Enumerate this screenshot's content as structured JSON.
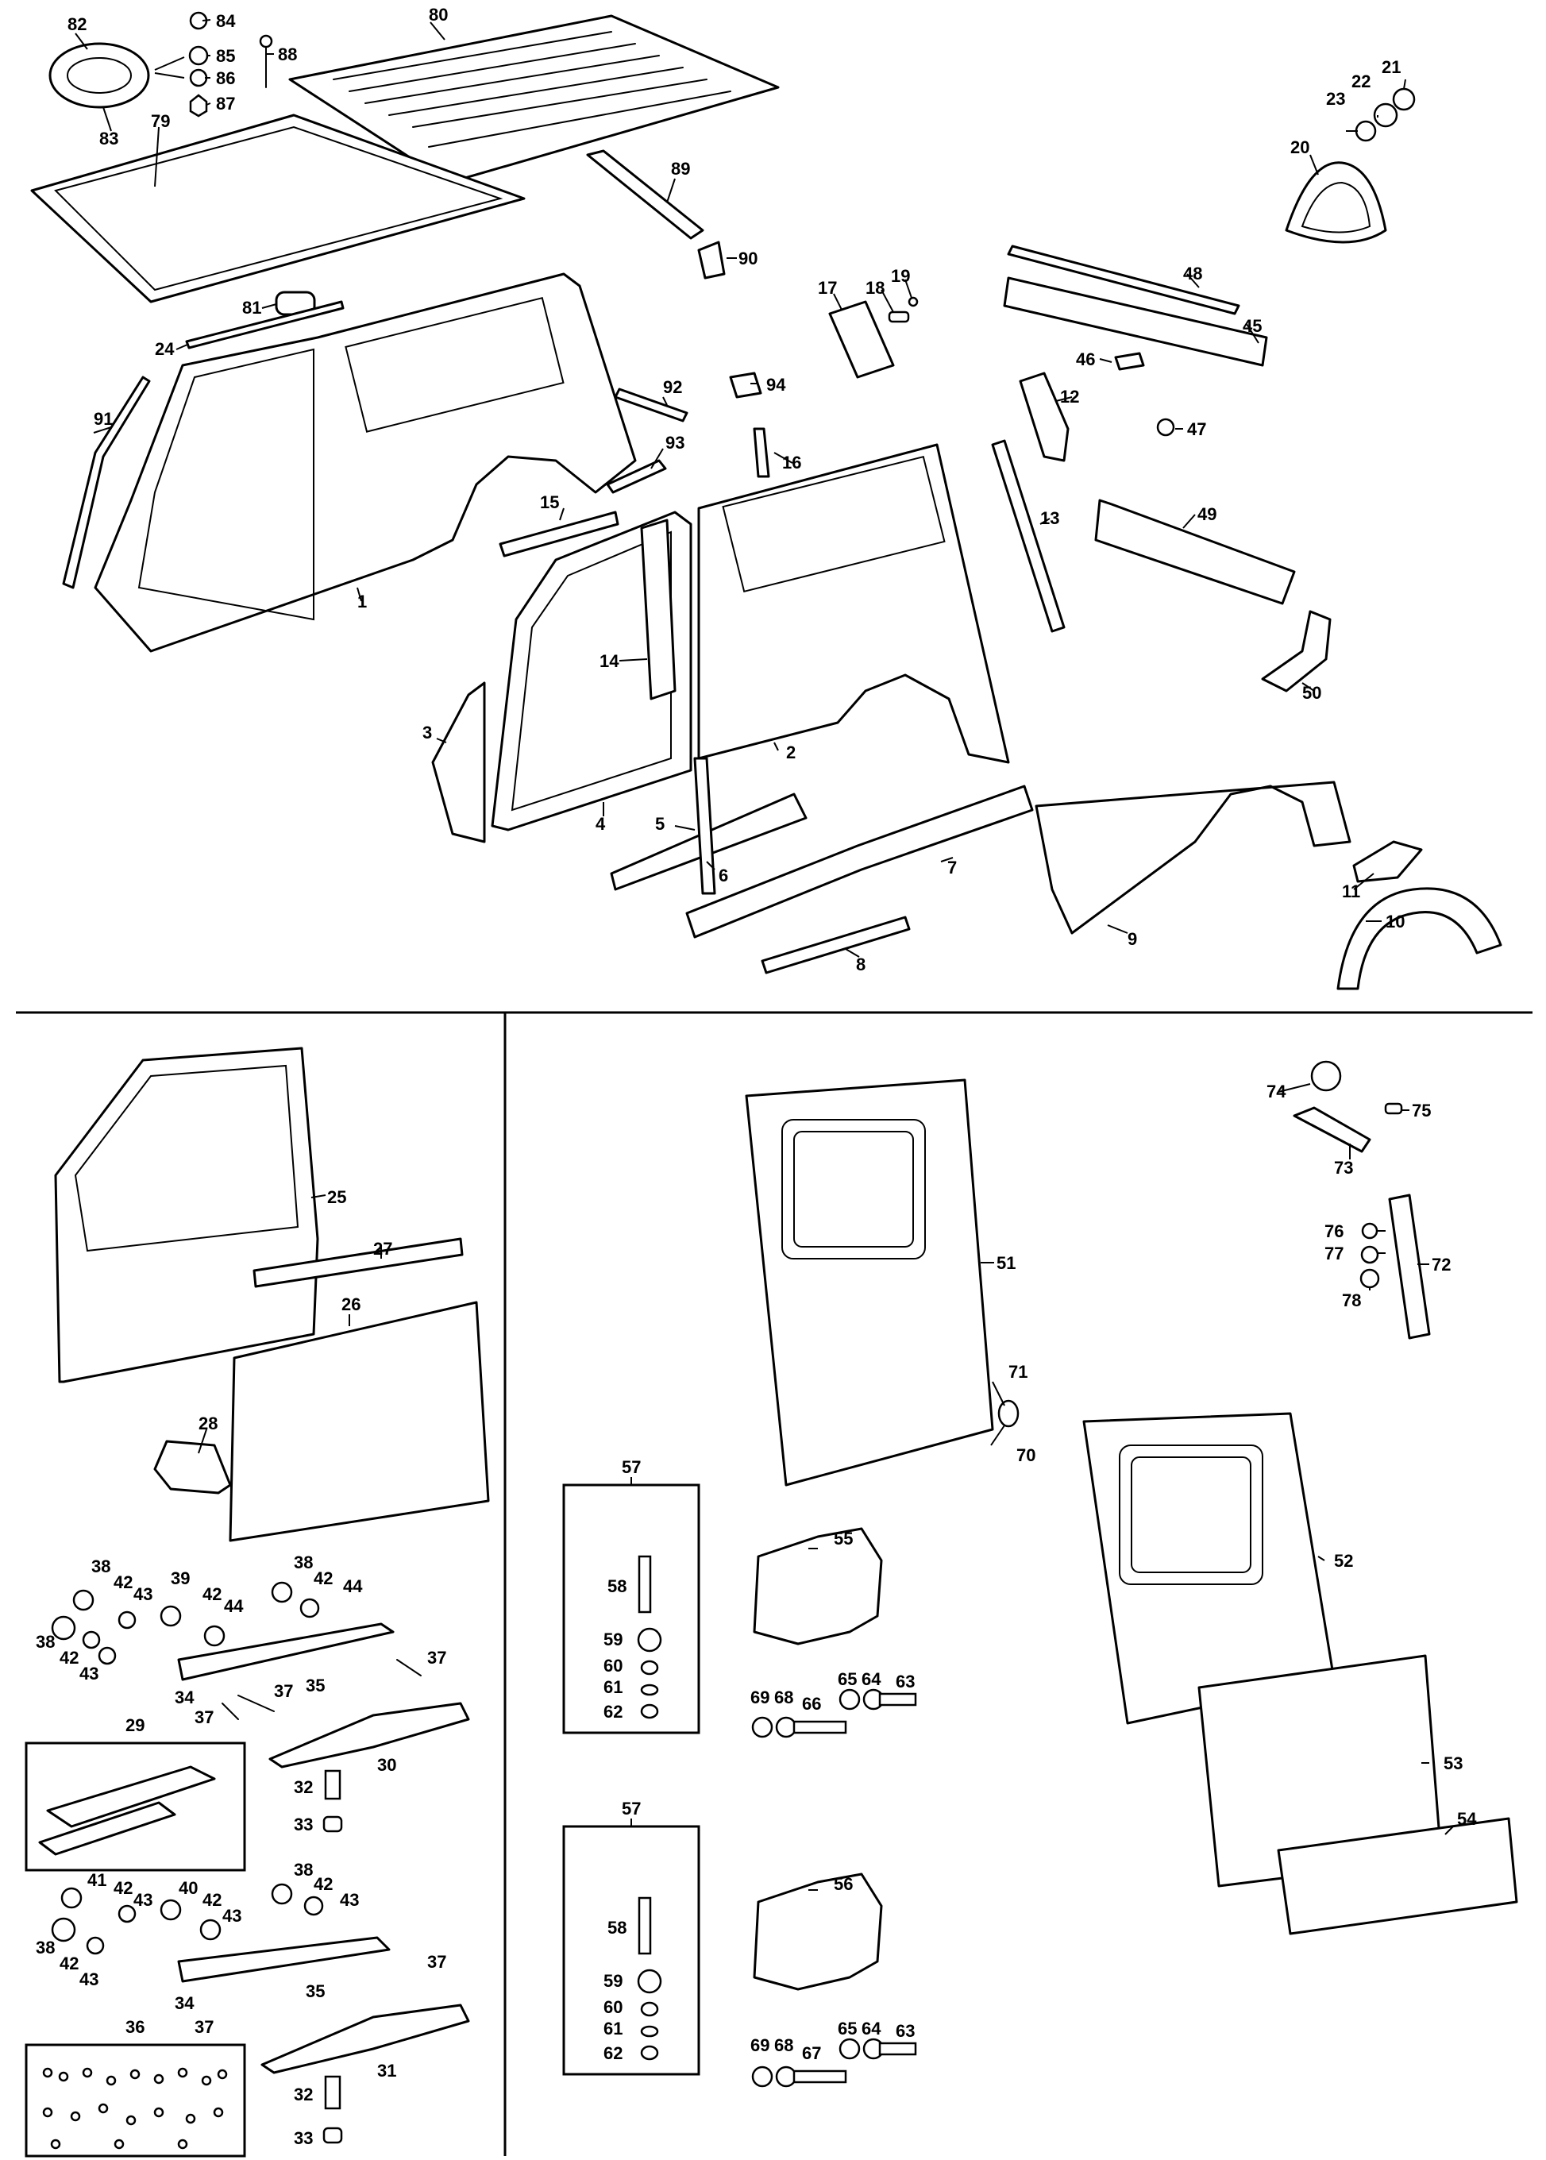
{
  "callouts": {
    "c1": "1",
    "c2": "2",
    "c3": "3",
    "c4": "4",
    "c5": "5",
    "c6": "6",
    "c7": "7",
    "c8": "8",
    "c9": "9",
    "c10": "10",
    "c11": "11",
    "c12": "12",
    "c13": "13",
    "c14": "14",
    "c15": "15",
    "c16": "16",
    "c17": "17",
    "c18": "18",
    "c19": "19",
    "c20": "20",
    "c21": "21",
    "c22": "22",
    "c23": "23",
    "c24": "24",
    "c25": "25",
    "c26": "26",
    "c27": "27",
    "c28": "28",
    "c29": "29",
    "c30": "30",
    "c31": "31",
    "c32": "32",
    "c33": "33",
    "c34": "34",
    "c35": "35",
    "c36": "36",
    "c37": "37",
    "c38": "38",
    "c39": "39",
    "c40": "40",
    "c41": "41",
    "c42": "42",
    "c43": "43",
    "c44": "44",
    "c45": "45",
    "c46": "46",
    "c47": "47",
    "c48": "48",
    "c49": "49",
    "c50": "50",
    "c51": "51",
    "c52": "52",
    "c53": "53",
    "c54": "54",
    "c55": "55",
    "c56": "56",
    "c57": "57",
    "c58": "58",
    "c59": "59",
    "c60": "60",
    "c61": "61",
    "c62": "62",
    "c63": "63",
    "c64": "64",
    "c65": "65",
    "c66": "66",
    "c67": "67",
    "c68": "68",
    "c69": "69",
    "c70": "70",
    "c71": "71",
    "c72": "72",
    "c73": "73",
    "c74": "74",
    "c75": "75",
    "c76": "76",
    "c77": "77",
    "c78": "78",
    "c79": "79",
    "c80": "80",
    "c81": "81",
    "c82": "82",
    "c83": "83",
    "c84": "84",
    "c85": "85",
    "c86": "86",
    "c87": "87",
    "c88": "88",
    "c89": "89",
    "c90": "90",
    "c91": "91",
    "c92": "92",
    "c93": "93",
    "c94": "94"
  }
}
